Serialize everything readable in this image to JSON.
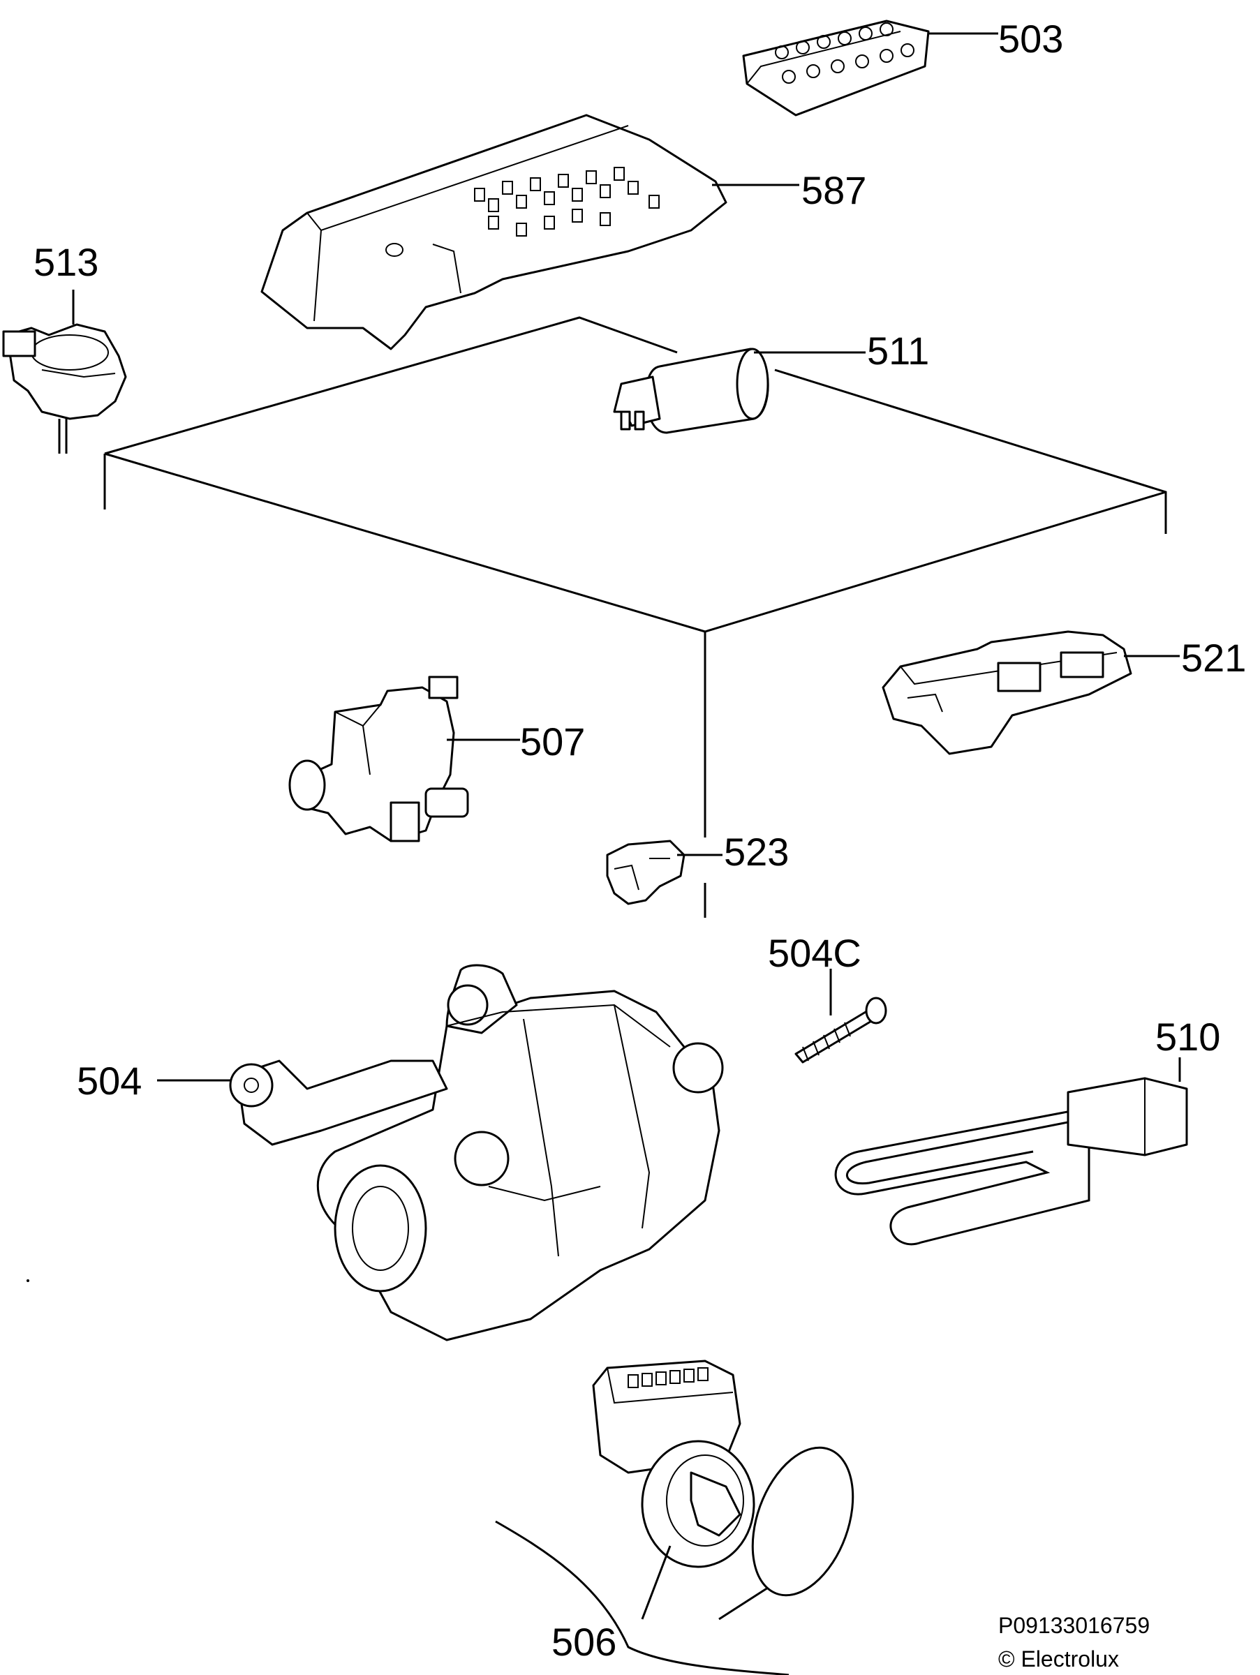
{
  "parts": [
    {
      "id": "503",
      "label": "503"
    },
    {
      "id": "587",
      "label": "587"
    },
    {
      "id": "513",
      "label": "513"
    },
    {
      "id": "511",
      "label": "511"
    },
    {
      "id": "521",
      "label": "521"
    },
    {
      "id": "507",
      "label": "507"
    },
    {
      "id": "523",
      "label": "523"
    },
    {
      "id": "504C",
      "label": "504C"
    },
    {
      "id": "510",
      "label": "510"
    },
    {
      "id": "504",
      "label": "504"
    },
    {
      "id": "506",
      "label": "506"
    }
  ],
  "footer": {
    "drawing_code": "P09133016759",
    "copyright": "© Electrolux"
  }
}
